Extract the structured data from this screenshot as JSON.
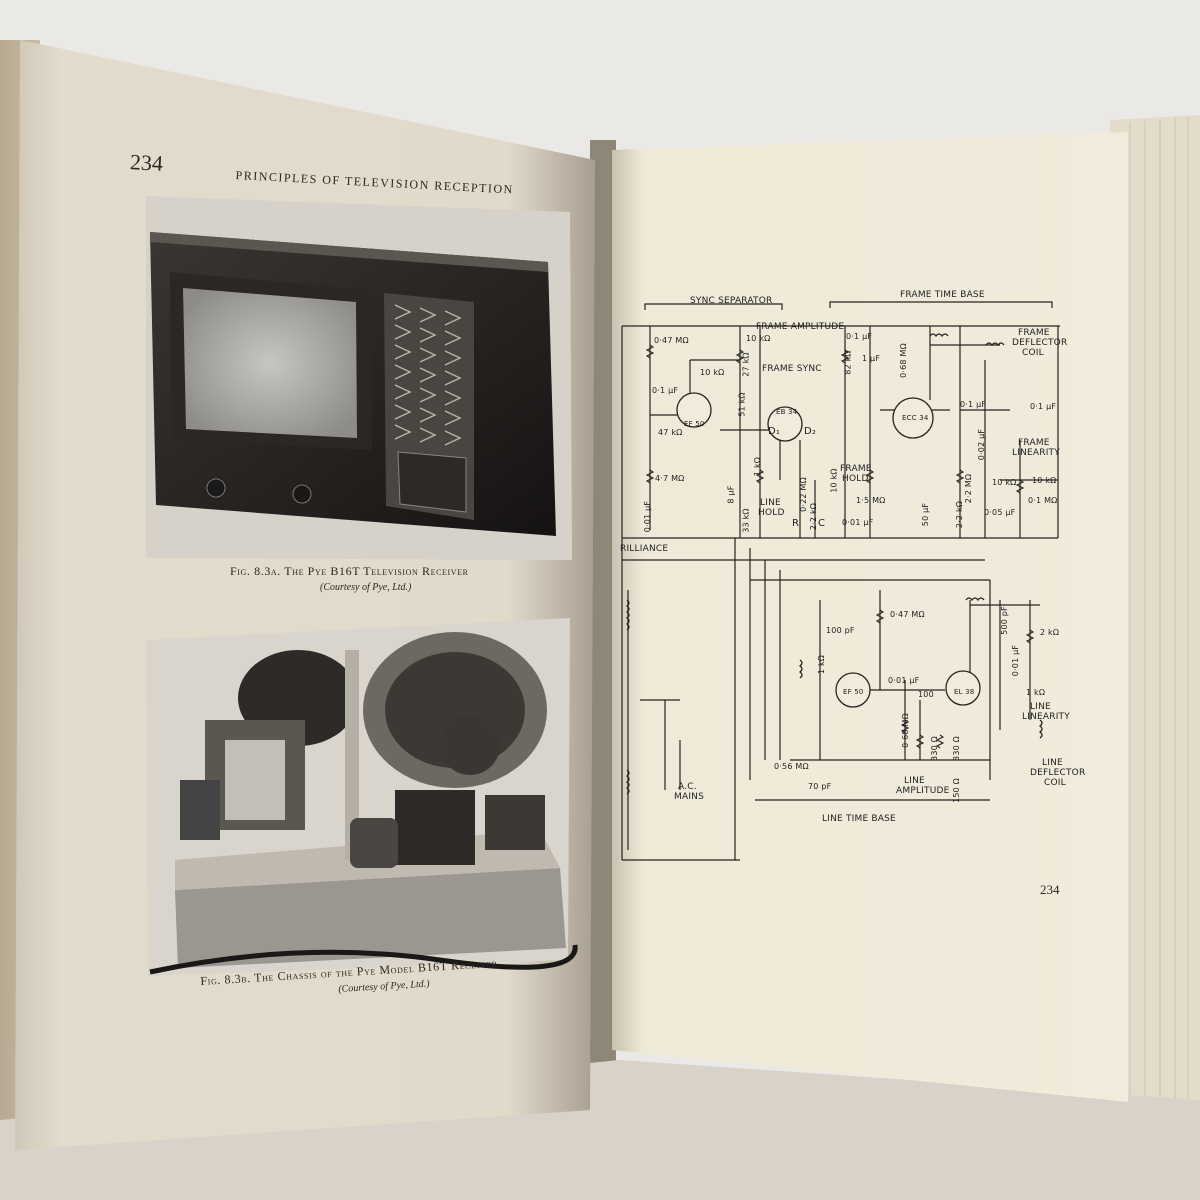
{
  "left_page": {
    "page_number": "234",
    "running_head": "PRINCIPLES OF TELEVISION RECEPTION",
    "figure_a": {
      "caption": "Fig. 8.3a. The Pye B16T Television Receiver",
      "credit": "(Courtesy of Pye, Ltd.)"
    },
    "figure_b": {
      "caption": "Fig. 8.3b. The Chassis of the Pye Model B16T Receiver",
      "credit": "(Courtesy of Pye, Ltd.)"
    }
  },
  "right_page": {
    "page_number": "234",
    "schematic": {
      "section_labels": {
        "sync_separator": "SYNC SEPARATOR",
        "frame_time_base": "FRAME TIME BASE",
        "line_time_base": "LINE TIME BASE"
      },
      "control_labels": {
        "frame_amplitude": "FRAME AMPLITUDE",
        "frame_sync": "FRAME SYNC",
        "frame_deflector_1": "FRAME",
        "frame_deflector_2": "DEFLECTOR",
        "frame_deflector_3": "COIL",
        "frame_linearity_1": "FRAME",
        "frame_linearity_2": "LINEARITY",
        "frame_hold_1": "FRAME",
        "frame_hold_2": "HOLD",
        "line_hold_1": "LINE",
        "line_hold_2": "HOLD",
        "brilliance": "RILLIANCE",
        "ac_mains_1": "A.C.",
        "ac_mains_2": "MAINS",
        "line_linearity_1": "LINE",
        "line_linearity_2": "LINEARITY",
        "line_deflector_1": "LINE",
        "line_deflector_2": "DEFLECTOR",
        "line_deflector_3": "COIL",
        "line_amplitude_1": "LINE",
        "line_amplitude_2": "AMPLITUDE"
      },
      "tubes": {
        "ef50_a": "EF 50",
        "eb34": "EB 34",
        "ecc34": "ECC 34",
        "ef50_b": "EF 50",
        "el38": "EL 38"
      },
      "components": {
        "r_047m_a": "0·47 MΩ",
        "r_10k_a": "10 kΩ",
        "r_27k": "27 kΩ",
        "c_01uf_a": "0·1 µF",
        "r_10k_b": "10 kΩ",
        "r_47k": "47 kΩ",
        "r_51k": "51 kΩ",
        "r_47m": "4·7 MΩ",
        "c_001uf_a": "0·01 µF",
        "c_8uf": "8 µF",
        "r_1k": "1 kΩ",
        "r_33k": "33 kΩ",
        "c_022m": "0·22 MΩ",
        "r_2k2": "2·2 kΩ",
        "d1": "D₁",
        "d2": "D₂",
        "r_label": "R",
        "c_label": "C",
        "c_01uf_b": "0·1 µF",
        "r_824k": "82 kΩ",
        "c_1uf": "1 µF",
        "r_068m_a": "0·68 MΩ",
        "r_10k_c": "10 kΩ",
        "r_15m": "1·5 MΩ",
        "c_001uf_b": "0·01 µF",
        "c_01uf_c": "0·1 µF",
        "c_002uf": "0·02 µF",
        "r_22m": "2·2 MΩ",
        "r_22k": "2·2 kΩ",
        "c_50uf": "50 µF",
        "c_01uf_d": "0·1 µF",
        "r_10k_d": "10 kΩ",
        "r_10k_e": "10 kΩ",
        "r_01m": "0·1 MΩ",
        "c_005uf": "0·05 µF",
        "c_100pf": "100 pF",
        "r_047m_b": "0·47 MΩ",
        "r_1k_b": "1 kΩ",
        "c_001uf_c": "0·01 µF",
        "r_100": "100",
        "r_068m_b": "0·68 MΩ",
        "r_330_a": "330 Ω",
        "r_330_b": "330 Ω",
        "r_150": "150 Ω",
        "r_056m": "0·56 MΩ",
        "c_70pf": "70 pF",
        "c_500pf": "500 pF",
        "r_2k": "2 kΩ",
        "c_001uf_d": "0·01 µF",
        "r_1k_c": "1 kΩ"
      }
    }
  }
}
